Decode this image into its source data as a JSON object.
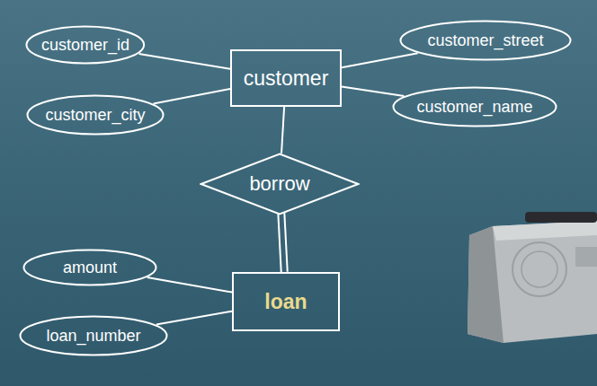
{
  "diagram": {
    "nodes": [
      {
        "text": [
          "customer_id"
        ]
      },
      {
        "text": [
          "customer_street"
        ]
      },
      {
        "text": [
          "customer"
        ]
      },
      {
        "text": [
          "customer_city"
        ]
      },
      {
        "text": [
          "customer_name"
        ]
      },
      {
        "text": [
          "borrow"
        ]
      },
      {
        "text": [
          "amount"
        ]
      },
      {
        "text": [
          "loan"
        ]
      },
      {
        "text": [
          "loan_number"
        ]
      }
    ],
    "edges": [
      {
        "from": 2,
        "to": 0,
        "arrow": "none"
      },
      {
        "from": 2,
        "to": 1,
        "arrow": "none"
      },
      {
        "from": 2,
        "to": 3,
        "arrow": "none"
      },
      {
        "from": 2,
        "to": 4,
        "arrow": "none"
      },
      {
        "from": 2,
        "to": 5,
        "arrow": "none"
      },
      {
        "from": 5,
        "to": 7,
        "arrow": "none"
      },
      {
        "from": 7,
        "to": 6,
        "arrow": "none"
      },
      {
        "from": 7,
        "to": 8,
        "arrow": "none"
      }
    ]
  }
}
